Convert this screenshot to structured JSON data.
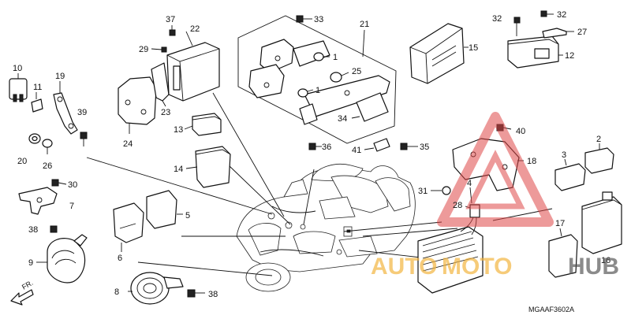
{
  "diagram": {
    "code": "MGAAF3602A",
    "front_label": "FR.",
    "callouts": [
      {
        "id": "c1a",
        "label": "1"
      },
      {
        "id": "c1b",
        "label": "1"
      },
      {
        "id": "c2",
        "label": "2"
      },
      {
        "id": "c3",
        "label": "3"
      },
      {
        "id": "c4",
        "label": "4"
      },
      {
        "id": "c5",
        "label": "5"
      },
      {
        "id": "c6",
        "label": "6"
      },
      {
        "id": "c7",
        "label": "7"
      },
      {
        "id": "c8",
        "label": "8"
      },
      {
        "id": "c9",
        "label": "9"
      },
      {
        "id": "c10",
        "label": "10"
      },
      {
        "id": "c11",
        "label": "11"
      },
      {
        "id": "c12",
        "label": "12"
      },
      {
        "id": "c13",
        "label": "13"
      },
      {
        "id": "c14",
        "label": "14"
      },
      {
        "id": "c15",
        "label": "15"
      },
      {
        "id": "c16",
        "label": "16"
      },
      {
        "id": "c17",
        "label": "17"
      },
      {
        "id": "c18",
        "label": "18"
      },
      {
        "id": "c19",
        "label": "19"
      },
      {
        "id": "c20",
        "label": "20"
      },
      {
        "id": "c21",
        "label": "21"
      },
      {
        "id": "c22",
        "label": "22"
      },
      {
        "id": "c23",
        "label": "23"
      },
      {
        "id": "c24",
        "label": "24"
      },
      {
        "id": "c25",
        "label": "25"
      },
      {
        "id": "c26",
        "label": "26"
      },
      {
        "id": "c27",
        "label": "27"
      },
      {
        "id": "c28",
        "label": "28"
      },
      {
        "id": "c29",
        "label": "29"
      },
      {
        "id": "c30",
        "label": "30"
      },
      {
        "id": "c31",
        "label": "31"
      },
      {
        "id": "c32a",
        "label": "32"
      },
      {
        "id": "c32b",
        "label": "32"
      },
      {
        "id": "c33",
        "label": "33"
      },
      {
        "id": "c34",
        "label": "34"
      },
      {
        "id": "c35",
        "label": "35"
      },
      {
        "id": "c36",
        "label": "36"
      },
      {
        "id": "c37",
        "label": "37"
      },
      {
        "id": "c38a",
        "label": "38"
      },
      {
        "id": "c38b",
        "label": "38"
      },
      {
        "id": "c39",
        "label": "39"
      },
      {
        "id": "c40",
        "label": "40"
      },
      {
        "id": "c41",
        "label": "41"
      }
    ]
  },
  "watermark": {
    "text_auto": "AUTO",
    "text_moto": "MOTO",
    "text_hub": "HUB",
    "color_primary": "#f2b33a",
    "color_triangle": "#e04848"
  }
}
